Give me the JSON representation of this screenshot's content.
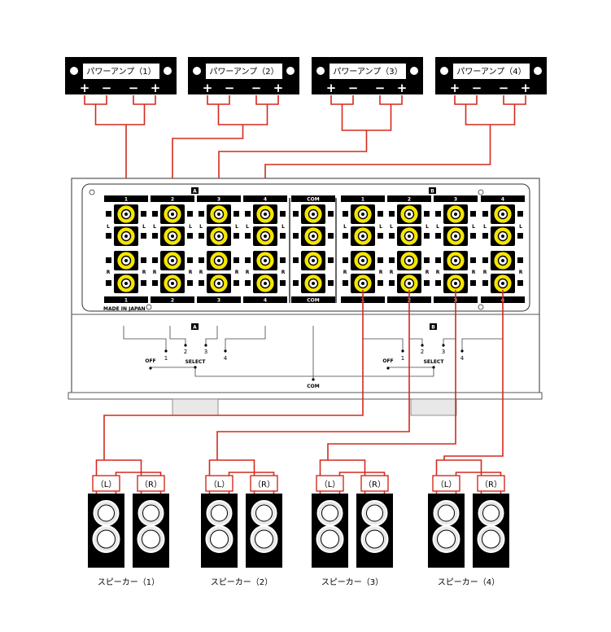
{
  "amplifiers": [
    {
      "label": "パワーアンプ（1）"
    },
    {
      "label": "パワーアンプ（2）"
    },
    {
      "label": "パワーアンプ（3）"
    },
    {
      "label": "パワーアンプ（4）"
    }
  ],
  "amp_terminals": [
    "+",
    "−",
    "−",
    "+"
  ],
  "switcher": {
    "group_a_badge": "A",
    "group_b_badge": "B",
    "group_a_columns": [
      "1",
      "2",
      "3",
      "4"
    ],
    "com_label": "COM",
    "group_b_columns": [
      "1",
      "2",
      "3",
      "4"
    ],
    "made_in": "MADE IN JAPAN",
    "channel_l": "L",
    "channel_r": "R",
    "selector_a": {
      "badge": "A",
      "off": "OFF",
      "positions": [
        "1",
        "2",
        "3",
        "4"
      ],
      "select": "SELECT"
    },
    "selector_b": {
      "badge": "B",
      "off": "OFF",
      "positions": [
        "1",
        "2",
        "3",
        "4"
      ],
      "select": "SELECT"
    },
    "com_bottom": "COM"
  },
  "speakers": [
    {
      "left": "（L）",
      "right": "（R）",
      "caption": "スピーカー（1）"
    },
    {
      "left": "（L）",
      "right": "（R）",
      "caption": "スピーカー（2）"
    },
    {
      "left": "（L）",
      "right": "（R）",
      "caption": "スピーカー（3）"
    },
    {
      "left": "（L）",
      "right": "（R）",
      "caption": "スピーカー（4）"
    }
  ],
  "colors": {
    "wire": "#d42a1e",
    "connector": "#f5e600",
    "panel": "#000000"
  }
}
